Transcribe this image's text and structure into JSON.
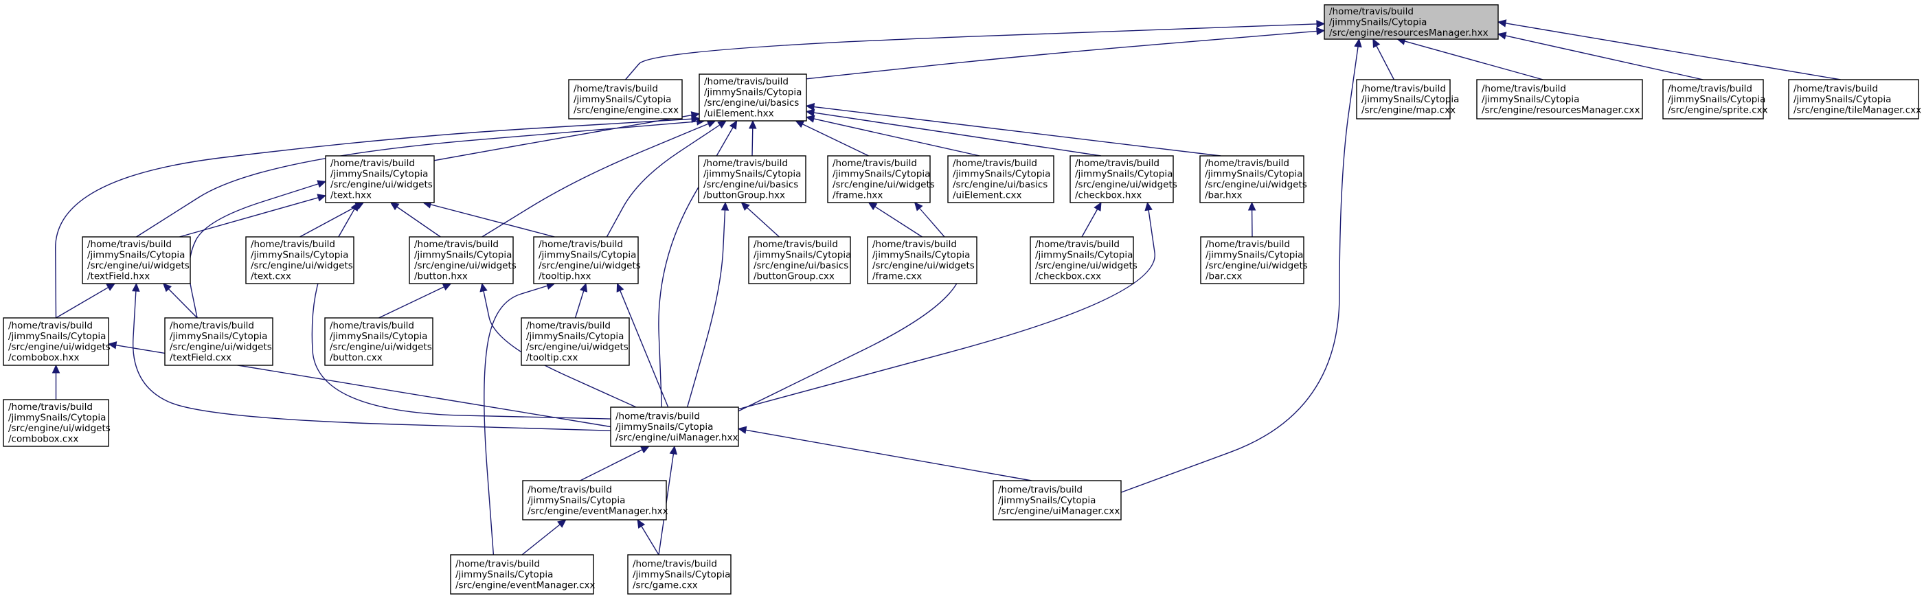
{
  "nodes": [
    {
      "id": "resmgr_hxx",
      "lines": [
        "/home/travis/build",
        "/jimmySnails/Cytopia",
        "/src/engine/resourcesManager.hxx"
      ],
      "root": true
    },
    {
      "id": "engine_cxx",
      "lines": [
        "/home/travis/build",
        "/jimmySnails/Cytopia",
        "/src/engine/engine.cxx"
      ]
    },
    {
      "id": "uielement_hxx",
      "lines": [
        "/home/travis/build",
        "/jimmySnails/Cytopia",
        "/src/engine/ui/basics",
        "/uiElement.hxx"
      ]
    },
    {
      "id": "map_cxx",
      "lines": [
        "/home/travis/build",
        "/jimmySnails/Cytopia",
        "/src/engine/map.cxx"
      ]
    },
    {
      "id": "resmgr_cxx",
      "lines": [
        "/home/travis/build",
        "/jimmySnails/Cytopia",
        "/src/engine/resourcesManager.cxx"
      ]
    },
    {
      "id": "sprite_cxx",
      "lines": [
        "/home/travis/build",
        "/jimmySnails/Cytopia",
        "/src/engine/sprite.cxx"
      ]
    },
    {
      "id": "tilemgr_cxx",
      "lines": [
        "/home/travis/build",
        "/jimmySnails/Cytopia",
        "/src/engine/tileManager.cxx"
      ]
    },
    {
      "id": "text_hxx",
      "lines": [
        "/home/travis/build",
        "/jimmySnails/Cytopia",
        "/src/engine/ui/widgets",
        "/text.hxx"
      ]
    },
    {
      "id": "buttongroup_hxx",
      "lines": [
        "/home/travis/build",
        "/jimmySnails/Cytopia",
        "/src/engine/ui/basics",
        "/buttonGroup.hxx"
      ]
    },
    {
      "id": "frame_hxx",
      "lines": [
        "/home/travis/build",
        "/jimmySnails/Cytopia",
        "/src/engine/ui/widgets",
        "/frame.hxx"
      ]
    },
    {
      "id": "uielement_cxx",
      "lines": [
        "/home/travis/build",
        "/jimmySnails/Cytopia",
        "/src/engine/ui/basics",
        "/uiElement.cxx"
      ]
    },
    {
      "id": "checkbox_hxx",
      "lines": [
        "/home/travis/build",
        "/jimmySnails/Cytopia",
        "/src/engine/ui/widgets",
        "/checkbox.hxx"
      ]
    },
    {
      "id": "bar_hxx",
      "lines": [
        "/home/travis/build",
        "/jimmySnails/Cytopia",
        "/src/engine/ui/widgets",
        "/bar.hxx"
      ]
    },
    {
      "id": "textfield_hxx",
      "lines": [
        "/home/travis/build",
        "/jimmySnails/Cytopia",
        "/src/engine/ui/widgets",
        "/textField.hxx"
      ]
    },
    {
      "id": "text_cxx",
      "lines": [
        "/home/travis/build",
        "/jimmySnails/Cytopia",
        "/src/engine/ui/widgets",
        "/text.cxx"
      ]
    },
    {
      "id": "button_hxx",
      "lines": [
        "/home/travis/build",
        "/jimmySnails/Cytopia",
        "/src/engine/ui/widgets",
        "/button.hxx"
      ]
    },
    {
      "id": "tooltip_hxx",
      "lines": [
        "/home/travis/build",
        "/jimmySnails/Cytopia",
        "/src/engine/ui/widgets",
        "/tooltip.hxx"
      ]
    },
    {
      "id": "buttongroup_cxx",
      "lines": [
        "/home/travis/build",
        "/jimmySnails/Cytopia",
        "/src/engine/ui/basics",
        "/buttonGroup.cxx"
      ]
    },
    {
      "id": "frame_cxx",
      "lines": [
        "/home/travis/build",
        "/jimmySnails/Cytopia",
        "/src/engine/ui/widgets",
        "/frame.cxx"
      ]
    },
    {
      "id": "checkbox_cxx",
      "lines": [
        "/home/travis/build",
        "/jimmySnails/Cytopia",
        "/src/engine/ui/widgets",
        "/checkbox.cxx"
      ]
    },
    {
      "id": "bar_cxx",
      "lines": [
        "/home/travis/build",
        "/jimmySnails/Cytopia",
        "/src/engine/ui/widgets",
        "/bar.cxx"
      ]
    },
    {
      "id": "combobox_hxx",
      "lines": [
        "/home/travis/build",
        "/jimmySnails/Cytopia",
        "/src/engine/ui/widgets",
        "/combobox.hxx"
      ]
    },
    {
      "id": "textfield_cxx",
      "lines": [
        "/home/travis/build",
        "/jimmySnails/Cytopia",
        "/src/engine/ui/widgets",
        "/textField.cxx"
      ]
    },
    {
      "id": "button_cxx",
      "lines": [
        "/home/travis/build",
        "/jimmySnails/Cytopia",
        "/src/engine/ui/widgets",
        "/button.cxx"
      ]
    },
    {
      "id": "tooltip_cxx",
      "lines": [
        "/home/travis/build",
        "/jimmySnails/Cytopia",
        "/src/engine/ui/widgets",
        "/tooltip.cxx"
      ]
    },
    {
      "id": "combobox_cxx",
      "lines": [
        "/home/travis/build",
        "/jimmySnails/Cytopia",
        "/src/engine/ui/widgets",
        "/combobox.cxx"
      ]
    },
    {
      "id": "uimgr_hxx",
      "lines": [
        "/home/travis/build",
        "/jimmySnails/Cytopia",
        "/src/engine/uiManager.hxx"
      ]
    },
    {
      "id": "eventmgr_hxx",
      "lines": [
        "/home/travis/build",
        "/jimmySnails/Cytopia",
        "/src/engine/eventManager.hxx"
      ]
    },
    {
      "id": "uimgr_cxx",
      "lines": [
        "/home/travis/build",
        "/jimmySnails/Cytopia",
        "/src/engine/uiManager.cxx"
      ]
    },
    {
      "id": "eventmgr_cxx",
      "lines": [
        "/home/travis/build",
        "/jimmySnails/Cytopia",
        "/src/engine/eventManager.cxx"
      ]
    },
    {
      "id": "game_cxx",
      "lines": [
        "/home/travis/build",
        "/jimmySnails/Cytopia",
        "/src/game.cxx"
      ]
    }
  ],
  "edges": [
    [
      "engine_cxx",
      "resmgr_hxx"
    ],
    [
      "uielement_hxx",
      "resmgr_hxx"
    ],
    [
      "map_cxx",
      "resmgr_hxx"
    ],
    [
      "resmgr_cxx",
      "resmgr_hxx"
    ],
    [
      "sprite_cxx",
      "resmgr_hxx"
    ],
    [
      "tilemgr_cxx",
      "resmgr_hxx"
    ],
    [
      "uimgr_cxx",
      "resmgr_hxx"
    ],
    [
      "text_hxx",
      "uielement_hxx"
    ],
    [
      "buttongroup_hxx",
      "uielement_hxx"
    ],
    [
      "frame_hxx",
      "uielement_hxx"
    ],
    [
      "uielement_cxx",
      "uielement_hxx"
    ],
    [
      "checkbox_hxx",
      "uielement_hxx"
    ],
    [
      "bar_hxx",
      "uielement_hxx"
    ],
    [
      "textfield_hxx",
      "uielement_hxx"
    ],
    [
      "button_hxx",
      "uielement_hxx"
    ],
    [
      "tooltip_hxx",
      "uielement_hxx"
    ],
    [
      "combobox_hxx",
      "uielement_hxx"
    ],
    [
      "uimgr_hxx",
      "uielement_hxx"
    ],
    [
      "textfield_hxx",
      "text_hxx"
    ],
    [
      "textfield_cxx",
      "text_hxx"
    ],
    [
      "text_cxx",
      "text_hxx"
    ],
    [
      "button_hxx",
      "text_hxx"
    ],
    [
      "tooltip_hxx",
      "text_hxx"
    ],
    [
      "uimgr_hxx",
      "text_hxx"
    ],
    [
      "buttongroup_cxx",
      "buttongroup_hxx"
    ],
    [
      "uimgr_hxx",
      "buttongroup_hxx"
    ],
    [
      "frame_cxx",
      "frame_hxx"
    ],
    [
      "uimgr_hxx",
      "frame_hxx"
    ],
    [
      "checkbox_cxx",
      "checkbox_hxx"
    ],
    [
      "uimgr_hxx",
      "checkbox_hxx"
    ],
    [
      "bar_cxx",
      "bar_hxx"
    ],
    [
      "combobox_hxx",
      "textfield_hxx"
    ],
    [
      "textfield_cxx",
      "textfield_hxx"
    ],
    [
      "uimgr_hxx",
      "textfield_hxx"
    ],
    [
      "button_cxx",
      "button_hxx"
    ],
    [
      "uimgr_hxx",
      "button_hxx"
    ],
    [
      "tooltip_cxx",
      "tooltip_hxx"
    ],
    [
      "uimgr_hxx",
      "tooltip_hxx"
    ],
    [
      "eventmgr_cxx",
      "tooltip_hxx"
    ],
    [
      "combobox_cxx",
      "combobox_hxx"
    ],
    [
      "uimgr_hxx",
      "combobox_hxx"
    ],
    [
      "eventmgr_hxx",
      "uimgr_hxx"
    ],
    [
      "uimgr_cxx",
      "uimgr_hxx"
    ],
    [
      "game_cxx",
      "uimgr_hxx"
    ],
    [
      "eventmgr_cxx",
      "eventmgr_hxx"
    ],
    [
      "game_cxx",
      "eventmgr_hxx"
    ]
  ],
  "colors": {
    "edge": "#191970",
    "root_fill": "#bfbfbf",
    "node_fill": "#ffffff",
    "node_border": "#000000"
  }
}
